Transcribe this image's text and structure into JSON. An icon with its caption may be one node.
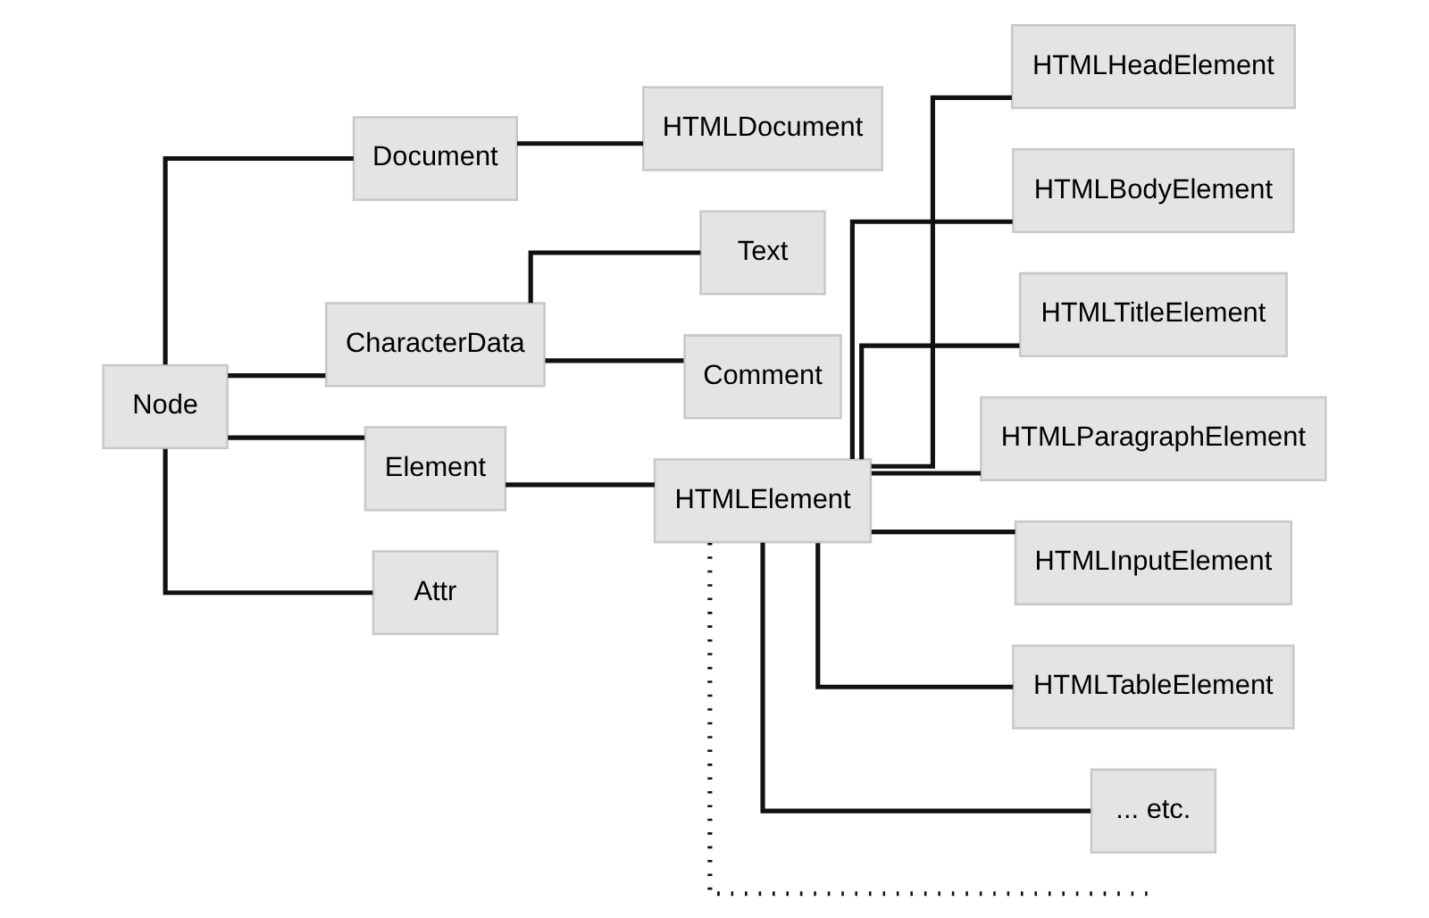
{
  "diagram": {
    "nodes": [
      {
        "text": [
          "Node"
        ]
      },
      {
        "text": [
          "Document"
        ]
      },
      {
        "text": [
          "CharacterData"
        ]
      },
      {
        "text": [
          "Element"
        ]
      },
      {
        "text": [
          "Attr"
        ]
      },
      {
        "text": [
          "HTMLDocument"
        ]
      },
      {
        "text": [
          "Text"
        ]
      },
      {
        "text": [
          "Comment"
        ]
      },
      {
        "text": [
          "HTMLElement"
        ]
      },
      {
        "text": [
          "HTMLHeadElement"
        ]
      },
      {
        "text": [
          "HTMLBodyElement"
        ]
      },
      {
        "text": [
          "HTMLTitleElement"
        ]
      },
      {
        "text": [
          "HTMLParagraphElement"
        ]
      },
      {
        "text": [
          "HTMLInputElement"
        ]
      },
      {
        "text": [
          "HTMLTableElement"
        ]
      },
      {
        "text": [
          "... etc."
        ]
      }
    ],
    "edges": [
      {
        "from": 0,
        "to": 1,
        "arrow": "none"
      },
      {
        "from": 0,
        "to": 2,
        "arrow": "none"
      },
      {
        "from": 0,
        "to": 3,
        "arrow": "none"
      },
      {
        "from": 0,
        "to": 4,
        "arrow": "none"
      },
      {
        "from": 1,
        "to": 5,
        "arrow": "none"
      },
      {
        "from": 2,
        "to": 6,
        "arrow": "none"
      },
      {
        "from": 2,
        "to": 7,
        "arrow": "none"
      },
      {
        "from": 3,
        "to": 8,
        "arrow": "none"
      },
      {
        "from": 8,
        "to": 9,
        "arrow": "none"
      },
      {
        "from": 8,
        "to": 10,
        "arrow": "none"
      },
      {
        "from": 8,
        "to": 11,
        "arrow": "none"
      },
      {
        "from": 8,
        "to": 12,
        "arrow": "none"
      },
      {
        "from": 8,
        "to": 13,
        "arrow": "none"
      },
      {
        "from": 8,
        "to": 14,
        "arrow": "none"
      },
      {
        "from": 8,
        "to": 15,
        "arrow": "none"
      },
      {
        "from": 8,
        "to": null,
        "arrow": "none",
        "style": "dashed"
      }
    ]
  }
}
